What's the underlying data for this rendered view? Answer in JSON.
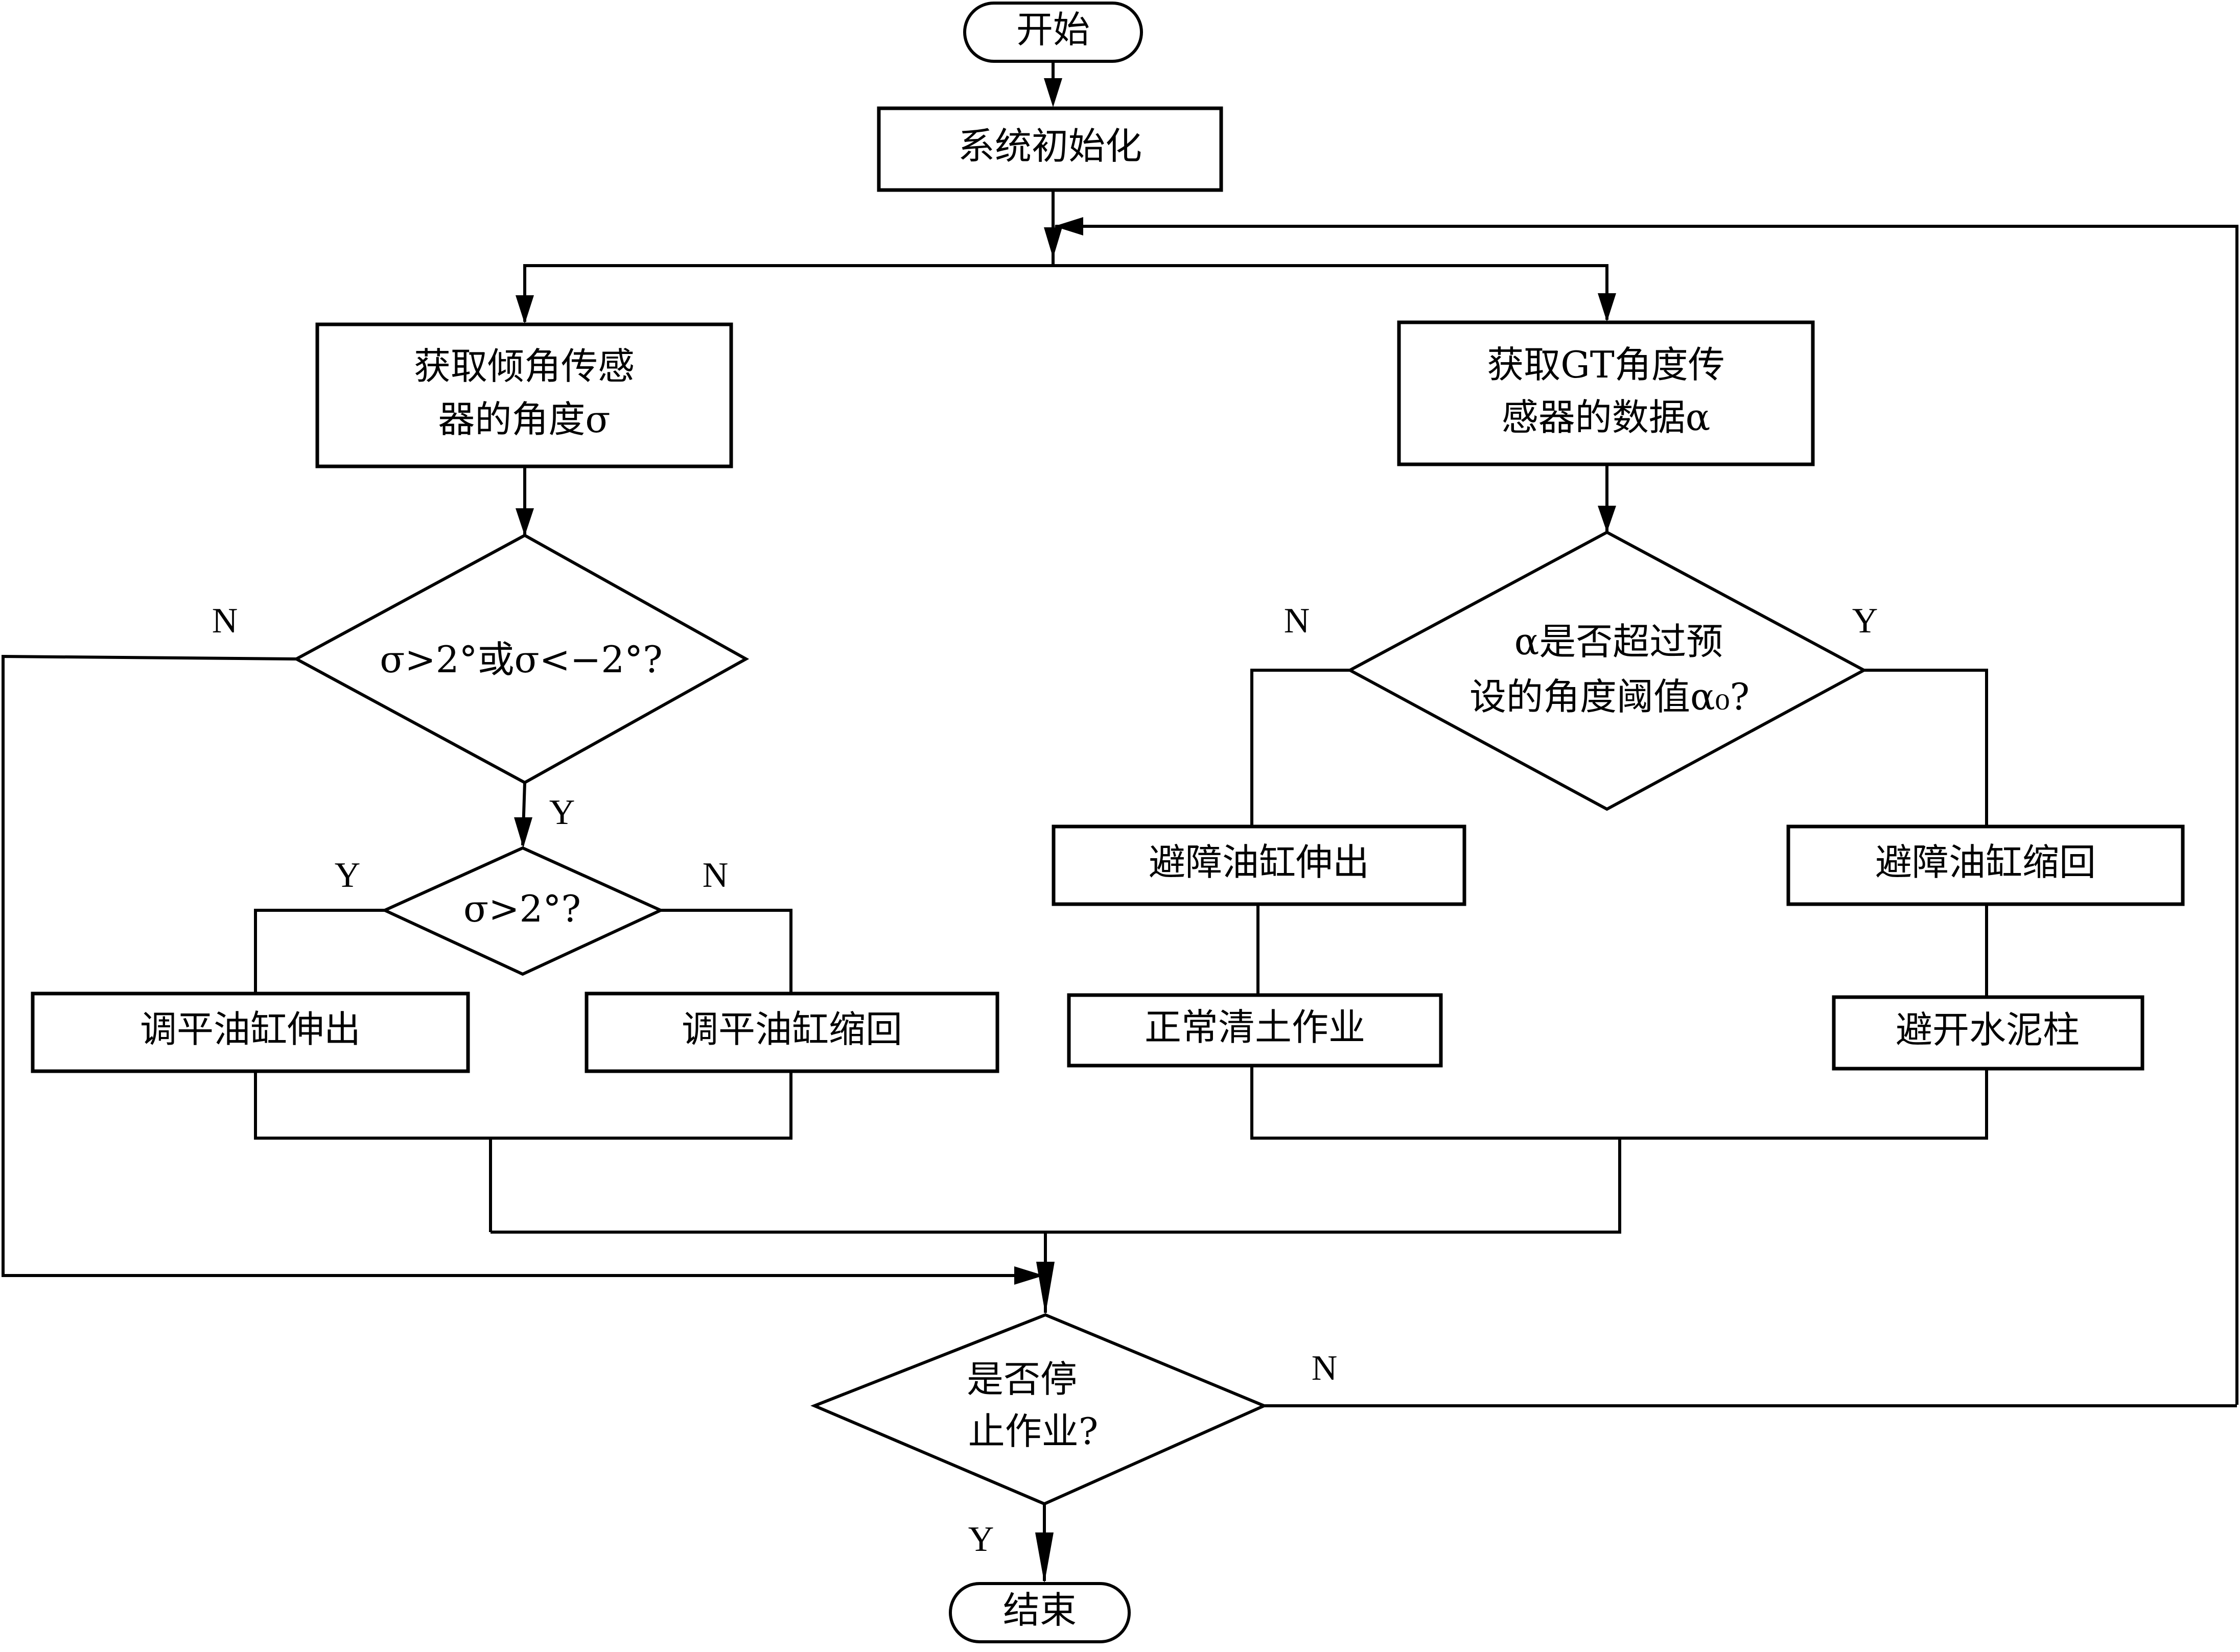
{
  "flowchart": {
    "start": "开始",
    "init": "系统初始化",
    "tilt_sensor": [
      "获取倾角传感",
      "器的角度σ"
    ],
    "gt_sensor": [
      "获取GT角度传",
      "感器的数据α"
    ],
    "decision_sigma_range": "σ>2°或σ<−2°?",
    "decision_sigma_pos": "σ>2°?",
    "decision_alpha": [
      "α是否超过预",
      "设的角度阈值α₀?"
    ],
    "level_extend": "调平油缸伸出",
    "level_retract": "调平油缸缩回",
    "avoid_extend": "避障油缸伸出",
    "avoid_retract": "避障油缸缩回",
    "normal_work": "正常清土作业",
    "avoid_pillar": "避开水泥柱",
    "decision_stop": [
      "是否停",
      "止作业?"
    ],
    "end": "结束",
    "labels": {
      "sigma_range_no": "N",
      "sigma_range_yes": "Y",
      "sigma_pos_yes": "Y",
      "sigma_pos_no": "N",
      "alpha_no": "N",
      "alpha_yes": "Y",
      "stop_no": "N",
      "stop_yes": "Y"
    }
  }
}
